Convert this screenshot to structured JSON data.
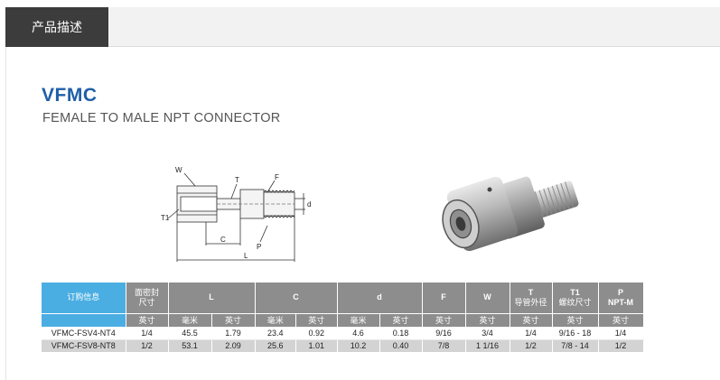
{
  "tab": {
    "label": "产品描述"
  },
  "product": {
    "code": "VFMC",
    "name": "FEMALE TO MALE NPT CONNECTOR"
  },
  "diagram": {
    "labels": {
      "w": "W",
      "t": "T",
      "f": "F",
      "t1": "T1",
      "d": "d",
      "c": "C",
      "p": "P",
      "l": "L"
    }
  },
  "table": {
    "headers": {
      "order": "订购信息",
      "seal": [
        "面密封",
        "尺寸"
      ],
      "l": "L",
      "c": "C",
      "d": "d",
      "f": "F",
      "w": "W",
      "t": [
        "T",
        "导管外径"
      ],
      "t1": [
        "T1",
        "螺纹尺寸"
      ],
      "p": [
        "P",
        "NPT-M"
      ]
    },
    "units": [
      "英寸",
      "毫米",
      "英寸",
      "毫米",
      "英寸",
      "毫米",
      "英寸",
      "英寸",
      "英寸",
      "英寸",
      "英寸",
      "英寸"
    ],
    "rows": [
      [
        "VFMC-FSV4-NT4",
        "1/4",
        "45.5",
        "1.79",
        "23.4",
        "0.92",
        "4.6",
        "0.18",
        "9/16",
        "3/4",
        "1/4",
        "9/16 - 18",
        "1/4"
      ],
      [
        "VFMC-FSV8-NT8",
        "1/2",
        "53.1",
        "2.09",
        "25.6",
        "1.01",
        "10.2",
        "0.40",
        "7/8",
        "1 1/16",
        "1/2",
        "7/8 - 14",
        "1/2"
      ]
    ]
  }
}
